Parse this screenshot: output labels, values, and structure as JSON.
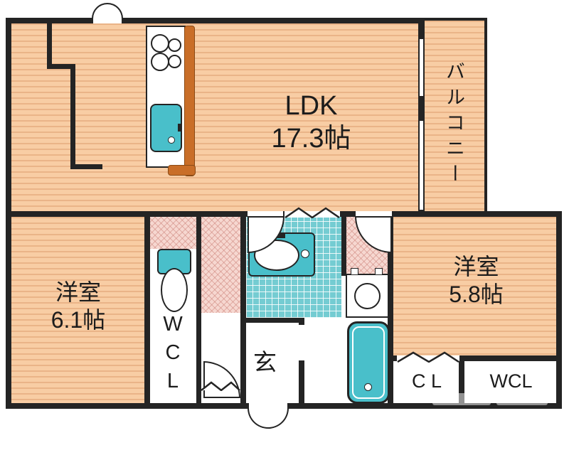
{
  "rooms": {
    "ldk": {
      "label": "LDK",
      "area": "17.3帖"
    },
    "balcony": {
      "label": "バルコニー"
    },
    "bedroom_west": {
      "label": "洋室",
      "area": "6.1帖"
    },
    "bedroom_east": {
      "label": "洋室",
      "area": "5.8帖"
    },
    "toilet": {
      "label": "WCL"
    },
    "entrance": {
      "label": "玄"
    },
    "closet": {
      "label": "C L"
    },
    "walk_in_closet": {
      "label": "WCL"
    }
  },
  "fixtures": {
    "stove": "stove-burners-icon",
    "kitchen_sink": "kitchen-sink-icon",
    "kitchen_counter": "counter-icon",
    "toilet": "toilet-icon",
    "washbasin": "washbasin-icon",
    "washing_machine": "washing-machine-icon",
    "bathtub": "bathtub-icon",
    "swing_door": "door-arc-icon",
    "folding_door": "folding-door-zigzag-icon"
  },
  "colors": {
    "wall": "#242424",
    "floor_peach": "#f8cda4",
    "floor_stripe": "#eab488",
    "hall_pink": "#f6d7d0",
    "tile_teal": "#74ccd2",
    "fixture_teal": "#49bfca",
    "counter_orange": "#c96e28"
  }
}
